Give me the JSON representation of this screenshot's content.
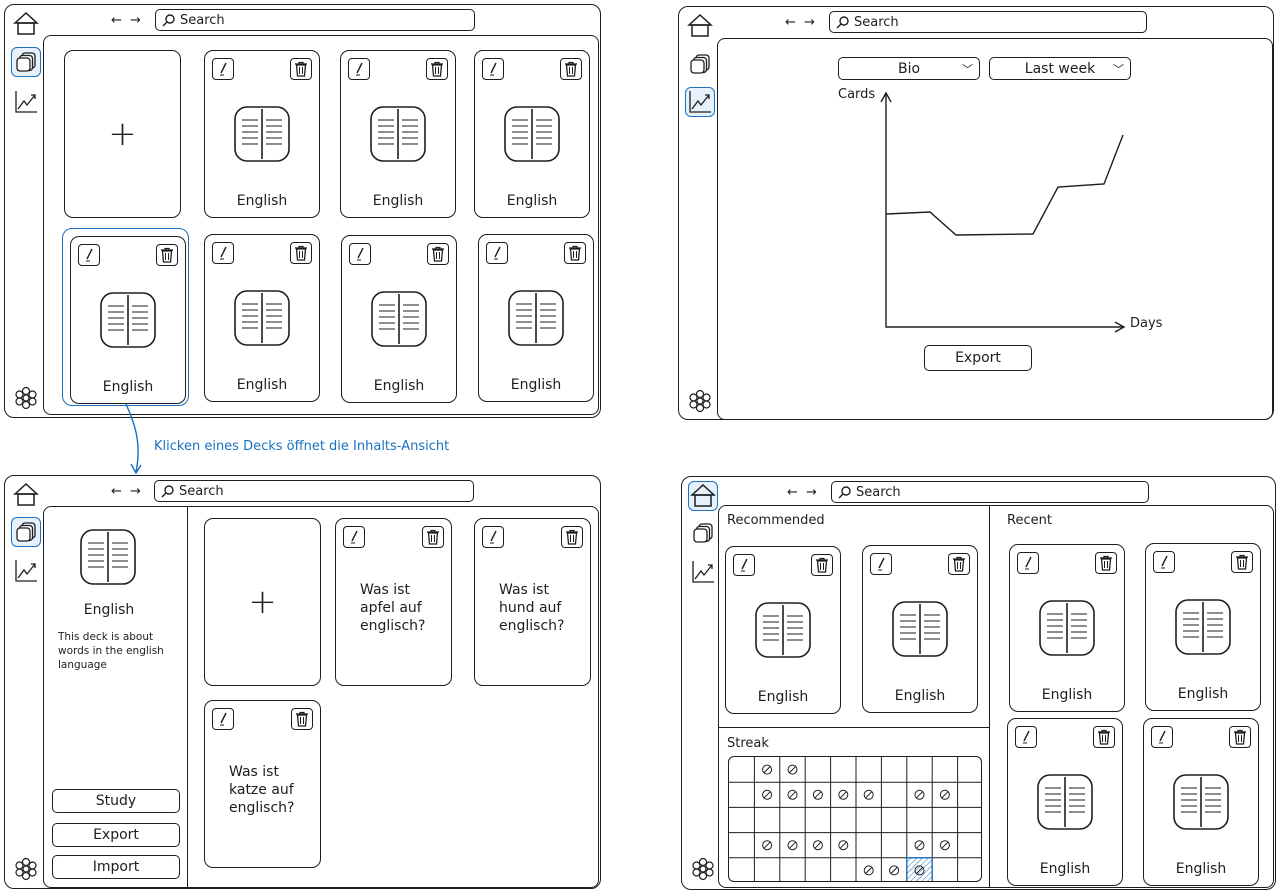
{
  "search_placeholder": "Search",
  "nav_arrows": "← →",
  "deck_label": "English",
  "annotation": "Klicken eines Decks öffnet die Inhalts-Ansicht",
  "stats": {
    "subject": "Bio",
    "period": "Last week",
    "y_label": "Cards",
    "x_label": "Days",
    "export": "Export"
  },
  "detail": {
    "deck_name": "English",
    "description": "This deck is about words in the english language",
    "study": "Study",
    "export": "Export",
    "import": "Import",
    "cards": [
      "Was ist apfel auf englisch?",
      "Was ist hund auf englisch?",
      "Was ist katze auf englisch?"
    ]
  },
  "home": {
    "recommended": "Recommended",
    "recent": "Recent",
    "streak": "Streak"
  },
  "icons": [
    "home-icon",
    "decks-icon",
    "stats-icon",
    "settings-icon",
    "search-icon",
    "edit-icon",
    "trash-icon",
    "book-icon",
    "plus-icon"
  ],
  "accent": "#1971c2",
  "streak_grid": {
    "rows": 5,
    "cols": 10,
    "marked": [
      [
        0,
        1
      ],
      [
        0,
        2
      ],
      [
        1,
        1
      ],
      [
        1,
        2
      ],
      [
        1,
        3
      ],
      [
        1,
        4
      ],
      [
        1,
        5
      ],
      [
        1,
        7
      ],
      [
        1,
        8
      ],
      [
        3,
        1
      ],
      [
        3,
        2
      ],
      [
        3,
        3
      ],
      [
        3,
        4
      ],
      [
        3,
        7
      ],
      [
        3,
        8
      ],
      [
        4,
        5
      ],
      [
        4,
        6
      ],
      [
        4,
        7
      ]
    ],
    "today": [
      4,
      7
    ]
  }
}
